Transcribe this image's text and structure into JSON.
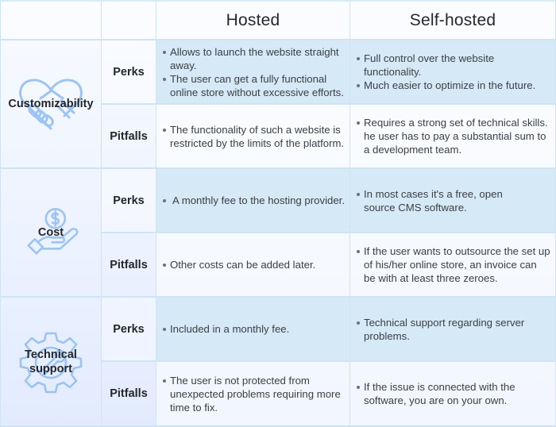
{
  "header": {
    "corner_1": "",
    "corner_2": "",
    "columns": [
      "Hosted",
      "Self-hosted"
    ]
  },
  "colors": {
    "border": "#cfe4f3",
    "perks_bg": "#d6e9f6",
    "icon_stroke": "#8fbcf0",
    "text": "#2b2f36"
  },
  "rows": [
    {
      "category": "Customizability",
      "icon": "handshake-heart-icon",
      "entries": [
        {
          "type": "Perks",
          "hosted": [
            "Allows to launch the website straight away.",
            "The user can get a fully functional online store without excessive efforts."
          ],
          "self_hosted": [
            "Full control over the website functionality.",
            "Much easier to optimize in the future."
          ]
        },
        {
          "type": "Pitfalls",
          "hosted": [
            "The functionality of such a website is restricted by the limits of the platform."
          ],
          "self_hosted": [
            "Requires a strong set of technical skills. he user has to pay a substantial sum to a development team."
          ]
        }
      ]
    },
    {
      "category": "Cost",
      "icon": "hand-holding-dollar-icon",
      "entries": [
        {
          "type": "Perks",
          "hosted": [
            "A monthly fee to the hosting provider."
          ],
          "self_hosted": [
            "In most cases it's a free, open source CMS software."
          ]
        },
        {
          "type": "Pitfalls",
          "hosted": [
            "Other costs can be added later."
          ],
          "self_hosted": [
            "If the user wants to outsource the set up of his/her online store, an invoice can be with at least three zeroes."
          ]
        }
      ]
    },
    {
      "category": "Technical support",
      "category_lines": [
        "Technical",
        "support"
      ],
      "icon": "gear-wrench-icon",
      "entries": [
        {
          "type": "Perks",
          "hosted": [
            "Included in a monthly fee."
          ],
          "self_hosted": [
            "Technical support regarding server problems."
          ]
        },
        {
          "type": "Pitfalls",
          "hosted": [
            "The user is not protected from unexpected problems requiring more time to fix."
          ],
          "self_hosted": [
            "If the issue is connected with the software, you are on your own."
          ]
        }
      ]
    }
  ]
}
